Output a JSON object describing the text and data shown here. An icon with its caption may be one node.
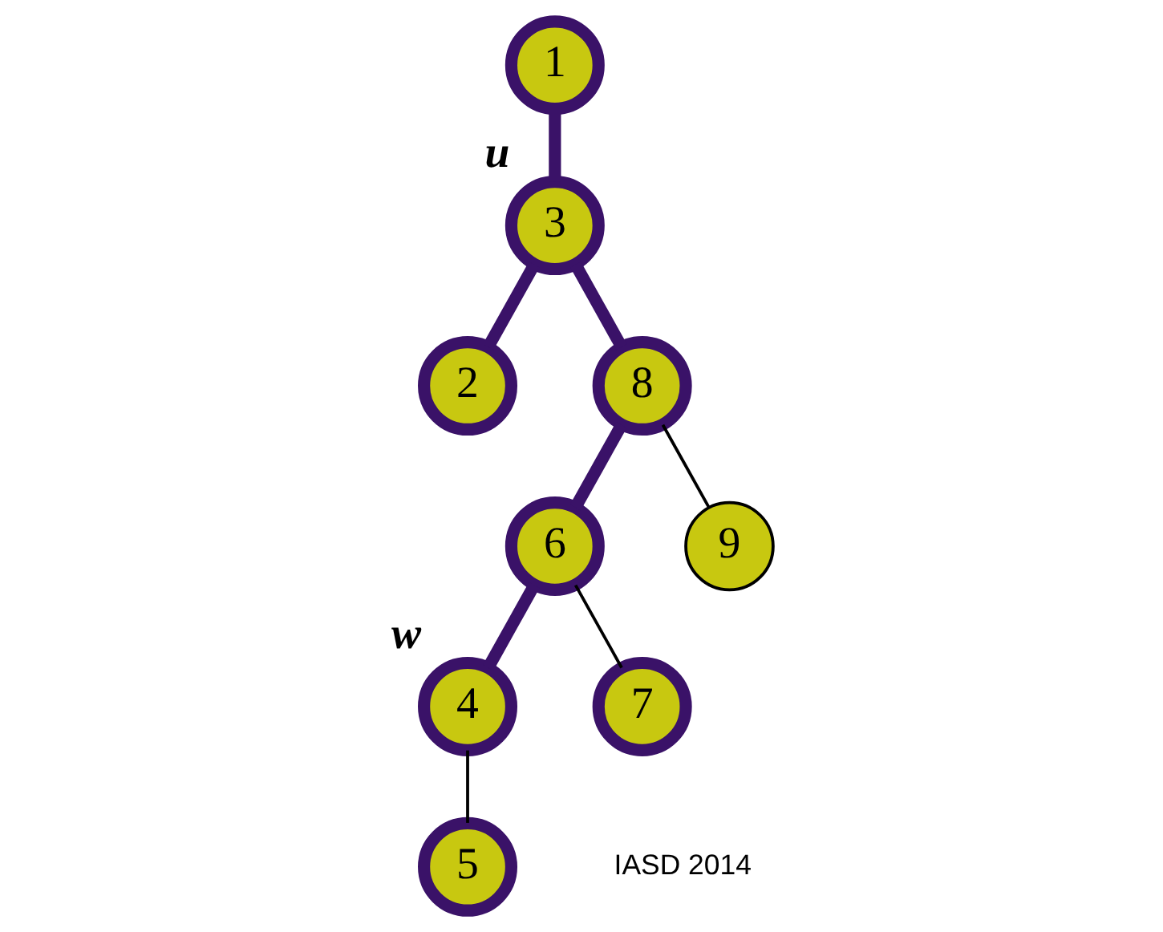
{
  "diagram": {
    "nodes": [
      {
        "text": [
          "1"
        ]
      },
      {
        "text": [
          "3"
        ],
        "beside": [
          "u"
        ]
      },
      {
        "text": [
          "2"
        ]
      },
      {
        "text": [
          "8"
        ]
      },
      {
        "text": [
          "6"
        ]
      },
      {
        "text": [
          "9"
        ]
      },
      {
        "text": [
          "4"
        ],
        "beside": [
          "w"
        ]
      },
      {
        "text": [
          "7"
        ]
      },
      {
        "text": [
          "5"
        ]
      }
    ],
    "edges": [
      {
        "from": 0,
        "to": 1,
        "arrow": "none"
      },
      {
        "from": 1,
        "to": 2,
        "arrow": "none"
      },
      {
        "from": 1,
        "to": 3,
        "arrow": "none"
      },
      {
        "from": 3,
        "to": 4,
        "arrow": "none"
      },
      {
        "from": 3,
        "to": 5,
        "arrow": "none",
        "color": "#000000"
      },
      {
        "from": 4,
        "to": 6,
        "arrow": "none"
      },
      {
        "from": 4,
        "to": 7,
        "arrow": "none",
        "color": "#000000"
      },
      {
        "from": 6,
        "to": 8,
        "arrow": "none",
        "color": "#000000"
      }
    ],
    "labels": [
      "IASD 2014"
    ]
  }
}
